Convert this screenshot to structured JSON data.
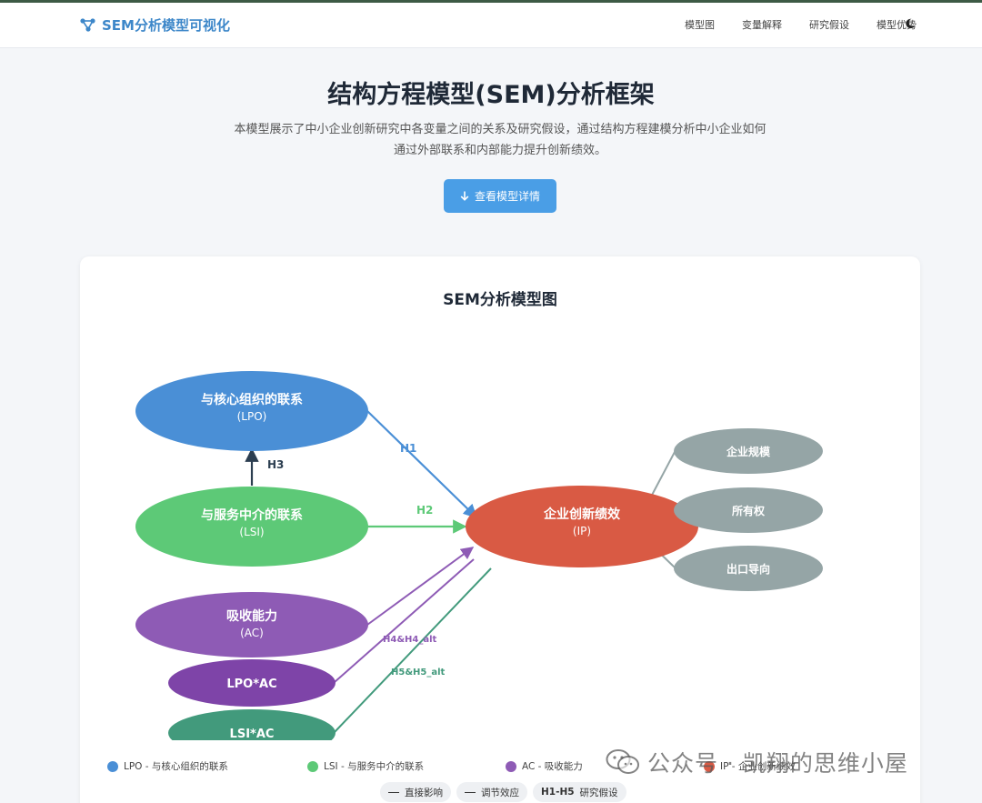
{
  "nav": {
    "brand": "SEM分析模型可视化",
    "links": [
      "模型图",
      "变量解释",
      "研究假设",
      "模型优势"
    ]
  },
  "hero": {
    "title": "结构方程模型(SEM)分析框架",
    "description": "本模型展示了中小企业创新研究中各变量之间的关系及研究假设，通过结构方程建模分析中小企业如何通过外部联系和内部能力提升创新绩效。",
    "cta_label": "查看模型详情"
  },
  "card": {
    "title": "SEM分析模型图"
  },
  "diagram": {
    "nodes": {
      "lpo": {
        "name": "与核心组织的联系",
        "abbr": "(LPO)"
      },
      "lsi": {
        "name": "与服务中介的联系",
        "abbr": "(LSI)"
      },
      "ac": {
        "name": "吸收能力",
        "abbr": "(AC)"
      },
      "lpo_ac": {
        "name": "LPO*AC"
      },
      "lsi_ac": {
        "name": "LSI*AC"
      },
      "ip": {
        "name": "企业创新绩效",
        "abbr": "(IP)"
      },
      "control1": {
        "name": "企业规模"
      },
      "control2": {
        "name": "所有权"
      },
      "control3": {
        "name": "出口导向"
      }
    },
    "edges": {
      "h1": "H1",
      "h2": "H2",
      "h3": "H3",
      "h4": "H4&H4_alt",
      "h5": "H5&H5_alt"
    },
    "colors": {
      "lpo": "#4a8fd6",
      "lsi": "#5dc977",
      "ac": "#8e5bb5",
      "interaction": "#7e44a8",
      "lsi_ac": "#429a7c",
      "ip": "#d95a44",
      "control": "#95a5a6"
    }
  },
  "legend": {
    "items": [
      "LPO - 与核心组织的联系",
      "LSI - 与服务中介的联系",
      "AC - 吸收能力",
      "IP - 企业创新绩效"
    ],
    "chips": [
      "直接影响",
      "调节效应",
      "H1-H5",
      "研究假设"
    ]
  },
  "watermark": "公众号 · 凯翔的思维小屋"
}
